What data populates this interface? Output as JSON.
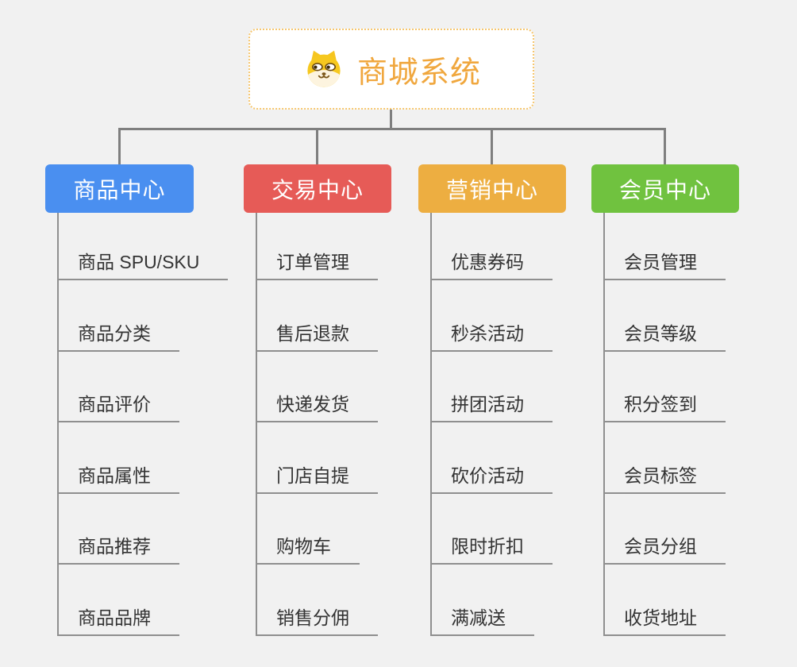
{
  "root": {
    "title": "商城系统",
    "icon": "shiba-dog-icon"
  },
  "branches": [
    {
      "label": "商品中心",
      "color": "#4a8ff0",
      "children": [
        "商品 SPU/SKU",
        "商品分类",
        "商品评价",
        "商品属性",
        "商品推荐",
        "商品品牌"
      ]
    },
    {
      "label": "交易中心",
      "color": "#e65b57",
      "children": [
        "订单管理",
        "售后退款",
        "快递发货",
        "门店自提",
        "购物车",
        "销售分佣"
      ]
    },
    {
      "label": "营销中心",
      "color": "#edae41",
      "children": [
        "优惠券码",
        "秒杀活动",
        "拼团活动",
        "砍价活动",
        "限时折扣",
        "满减送"
      ]
    },
    {
      "label": "会员中心",
      "color": "#70c23f",
      "children": [
        "会员管理",
        "会员等级",
        "积分签到",
        "会员标签",
        "会员分组",
        "收货地址"
      ]
    }
  ],
  "colors": {
    "background": "#f1f1f1",
    "root_border": "#f6c66e",
    "root_text": "#f0a73e",
    "connector": "#7f7f7f",
    "leaf_line": "#8f8f8f",
    "leaf_text": "#333333"
  }
}
